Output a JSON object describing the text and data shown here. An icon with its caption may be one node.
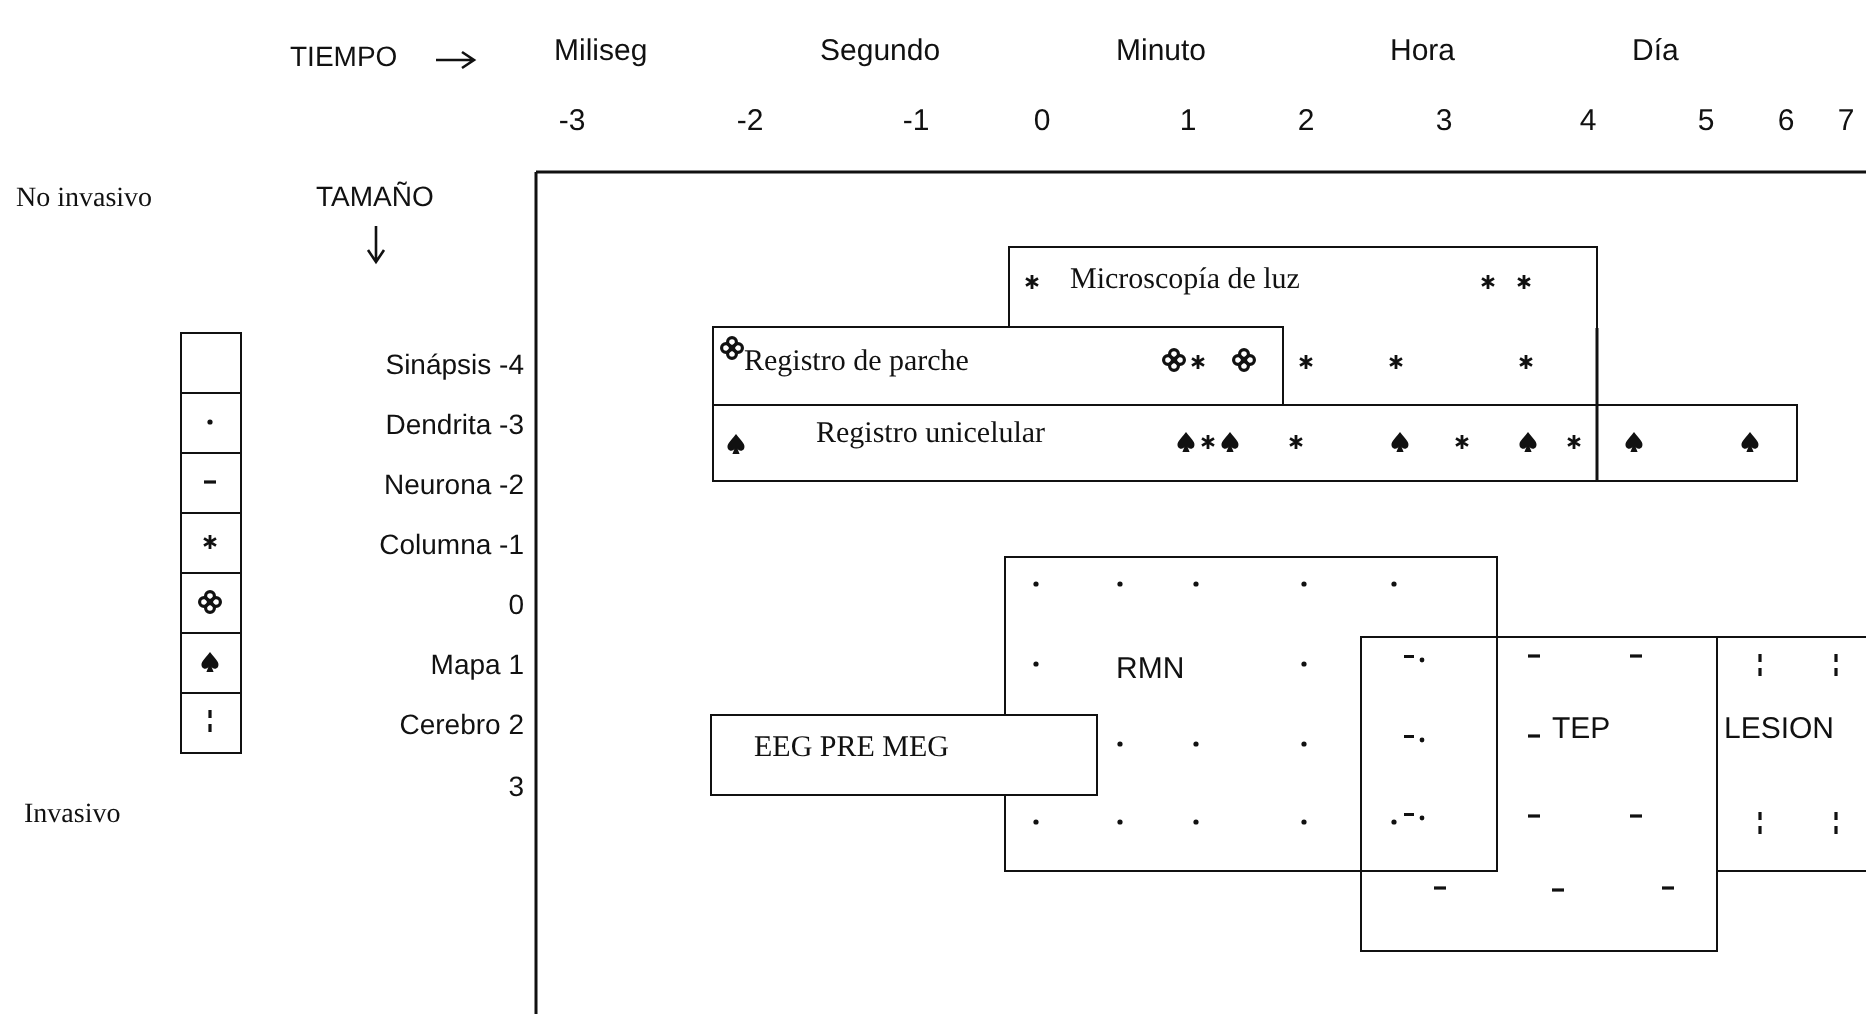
{
  "diagram": {
    "nodes": [
      {
        "text": [
          "Microscopía de luz"
        ]
      },
      {
        "text": [
          "Registro de parche"
        ]
      },
      {
        "text": [
          "Registro unicelular"
        ]
      },
      {
        "text": [
          "RMN"
        ]
      },
      {
        "text": [
          "EEG PRE MEG"
        ]
      },
      {
        "text": [
          "TEP"
        ]
      },
      {
        "text": [
          "LESION"
        ]
      }
    ],
    "edges": [],
    "labels": [
      "TIEMPO",
      "Miliseg",
      "Segundo",
      "Minuto",
      "Hora",
      "Día",
      "-3",
      "-2",
      "-1",
      "0",
      "1",
      "2",
      "3",
      "4",
      "5",
      "6",
      "7",
      "No invasivo",
      "TAMAÑO",
      "3",
      "Invasivo"
    ],
    "legend": [
      {
        "text": "Sinápsis -4"
      },
      {
        "text": "Dendrita -3"
      },
      {
        "text": "Neurona -2"
      },
      {
        "text": "Columna -1"
      },
      {
        "text": "0"
      },
      {
        "text": "Mapa 1"
      },
      {
        "text": "Cerebro 2"
      }
    ]
  }
}
